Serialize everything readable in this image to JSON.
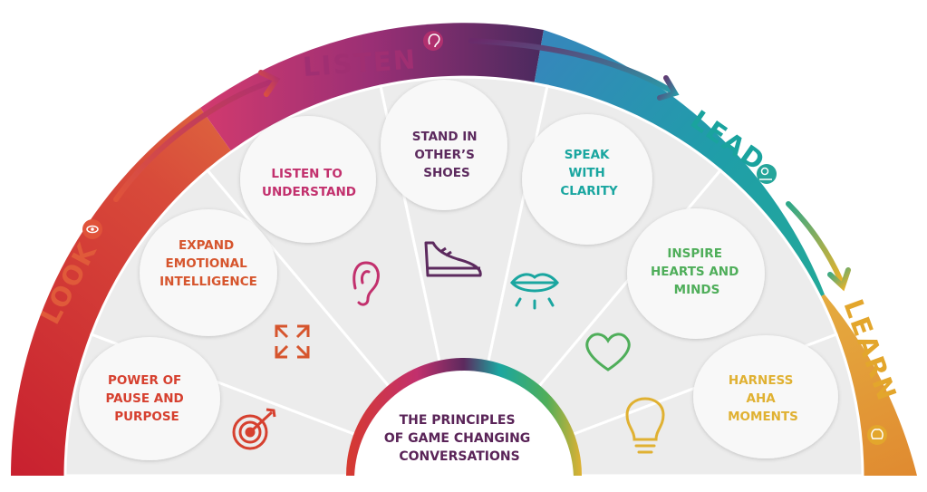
{
  "center": {
    "lines": [
      "THE PRINCIPLES",
      "OF GAME CHANGING",
      "CONVERSATIONS"
    ]
  },
  "sectors": {
    "look": {
      "label": "LOOK",
      "color": "#e05a3a",
      "icon": "eye-icon"
    },
    "listen": {
      "label": "LISTEN",
      "color": "#a02f72",
      "icon": "ear-icon"
    },
    "lead": {
      "label": "LEAD",
      "color": "#1aa39e",
      "icon": "speaking-head-icon"
    },
    "learn": {
      "label": "LEARN",
      "color": "#e3a62c",
      "icon": "brain-icon"
    }
  },
  "principles": [
    {
      "lines": [
        "POWER OF",
        "PAUSE AND",
        "PURPOSE"
      ],
      "color": "#d6402f",
      "icon": "target-icon"
    },
    {
      "lines": [
        "EXPAND",
        "EMOTIONAL",
        "INTELLIGENCE"
      ],
      "color": "#d6552d",
      "icon": "expand-arrows-icon"
    },
    {
      "lines": [
        "LISTEN TO",
        "UNDERSTAND"
      ],
      "color": "#c2306d",
      "icon": "ear-icon"
    },
    {
      "lines": [
        "STAND IN",
        "OTHER’S",
        "SHOES"
      ],
      "color": "#5c2a5e",
      "icon": "shoe-icon"
    },
    {
      "lines": [
        "SPEAK",
        "WITH",
        "CLARITY"
      ],
      "color": "#1aa6a0",
      "icon": "lips-icon"
    },
    {
      "lines": [
        "INSPIRE",
        "HEARTS AND",
        "MINDS"
      ],
      "color": "#4fae5a",
      "icon": "heart-icon"
    },
    {
      "lines": [
        "HARNESS",
        "AHA",
        "MOMENTS"
      ],
      "color": "#e0b132",
      "icon": "lightbulb-icon"
    }
  ]
}
